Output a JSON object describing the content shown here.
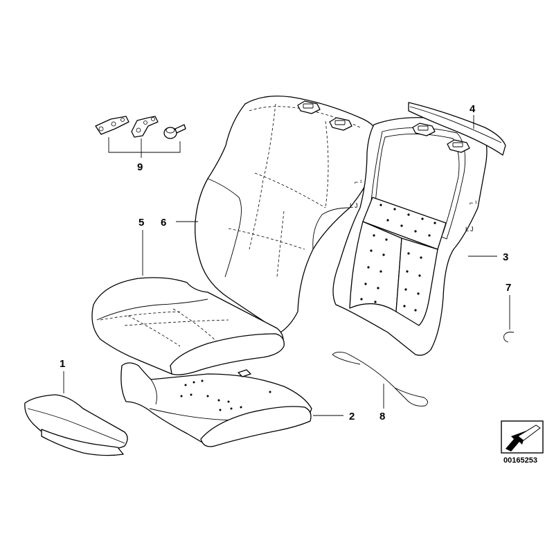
{
  "diagram": {
    "callouts": [
      "1",
      "2",
      "3",
      "4",
      "5",
      "6",
      "7",
      "8",
      "9"
    ],
    "document_number": "00165253"
  }
}
